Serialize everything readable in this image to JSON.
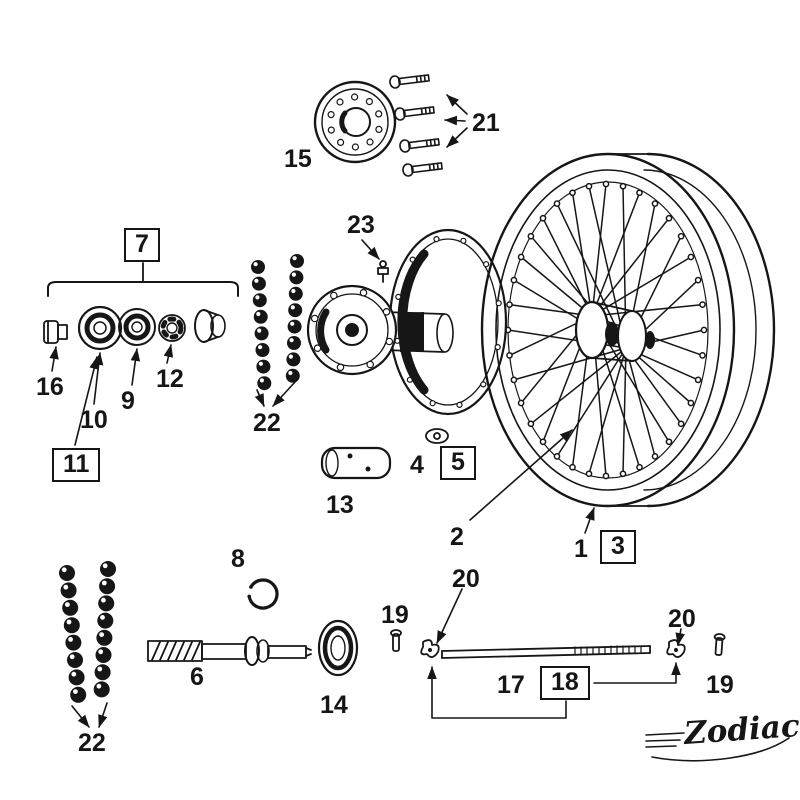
{
  "callouts": {
    "p1": "1",
    "p2": "2",
    "p3": "3",
    "p4": "4",
    "p5": "5",
    "p6": "6",
    "p7": "7",
    "p8": "8",
    "p9": "9",
    "p10": "10",
    "p11": "11",
    "p12": "12",
    "p13": "13",
    "p14": "14",
    "p15": "15",
    "p16": "16",
    "p17": "17",
    "p18": "18",
    "p19": "19",
    "p20": "20",
    "p21": "21",
    "p22": "22",
    "p23": "23"
  },
  "logo": {
    "brand": "Zodiac"
  }
}
